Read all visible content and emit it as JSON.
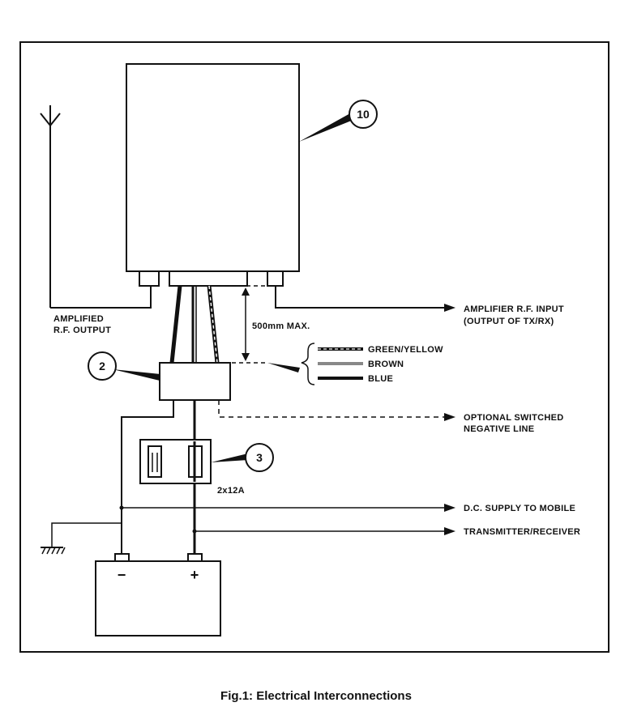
{
  "labels": {
    "amplified_output_1": "AMPLIFIED",
    "amplified_output_2": "R.F. OUTPUT",
    "amp_rf_input_1": "AMPLIFIER R.F. INPUT",
    "amp_rf_input_2": "(OUTPUT OF TX/RX)",
    "max_length": "500mm MAX.",
    "wire_green_yellow": "GREEN/YELLOW",
    "wire_brown": "BROWN",
    "wire_blue": "BLUE",
    "optional_line_1": "OPTIONAL SWITCHED",
    "optional_line_2": "NEGATIVE LINE",
    "fuse_rating": "2x12A",
    "dc_supply_1": "D.C. SUPPLY TO MOBILE",
    "dc_supply_2": "TRANSMITTER/RECEIVER",
    "battery_negative": "−",
    "battery_positive": "+"
  },
  "callouts": {
    "amplifier": "10",
    "junction": "2",
    "fuse_holder": "3"
  },
  "caption": "Fig.1:  Electrical Interconnections"
}
